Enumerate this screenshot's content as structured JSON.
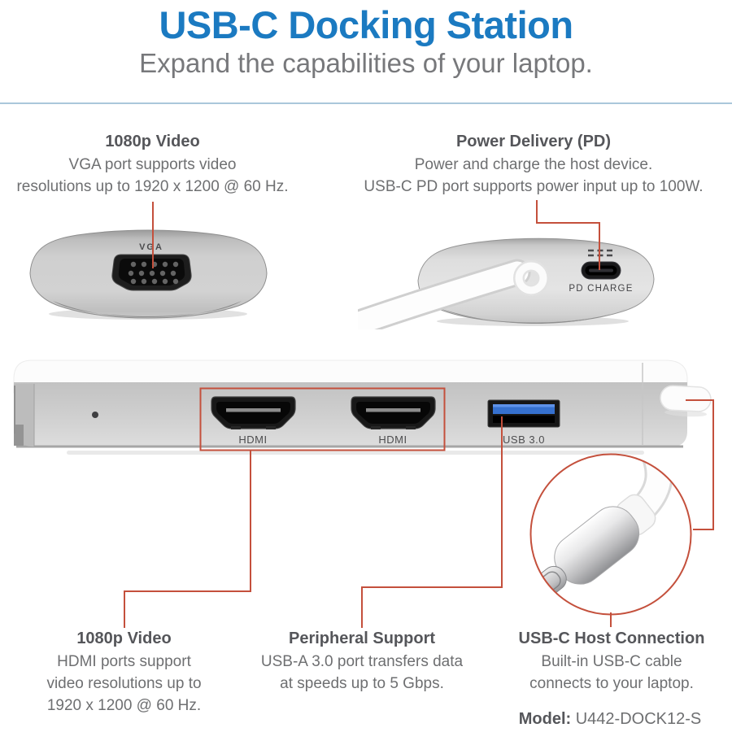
{
  "header": {
    "title": "USB-C Docking Station",
    "subtitle": "Expand the capabilities of your laptop."
  },
  "callouts": {
    "top_left": {
      "heading": "1080p Video",
      "lines": [
        "VGA port supports video",
        "resolutions up to 1920 x 1200 @ 60 Hz."
      ]
    },
    "top_right": {
      "heading": "Power Delivery (PD)",
      "lines": [
        "Power and charge the host device.",
        "USB-C PD port supports power input up to 100W."
      ]
    },
    "bottom_left": {
      "heading": "1080p Video",
      "lines": [
        "HDMI ports support",
        "video resolutions up to",
        "1920 x 1200 @ 60 Hz."
      ]
    },
    "bottom_center": {
      "heading": "Peripheral Support",
      "lines": [
        "USB-A 3.0 port transfers data",
        "at speeds up to 5 Gbps."
      ]
    },
    "bottom_right": {
      "heading": "USB-C Host Connection",
      "lines": [
        "Built-in USB-C cable",
        "connects to your laptop."
      ]
    }
  },
  "port_labels": {
    "vga": "VGA",
    "pd_charge": "PD CHARGE",
    "hdmi_left": "HDMI",
    "hdmi_right": "HDMI",
    "usb3": "USB 3.0"
  },
  "model": {
    "label": "Model:",
    "value": "U442-DOCK12-S"
  },
  "colors": {
    "title_blue": "#1b7ac1",
    "accent_red": "#c4503c",
    "heading_gray": "#55565a",
    "body_gray": "#6e6f71",
    "divider_blue": "#aac7db"
  }
}
